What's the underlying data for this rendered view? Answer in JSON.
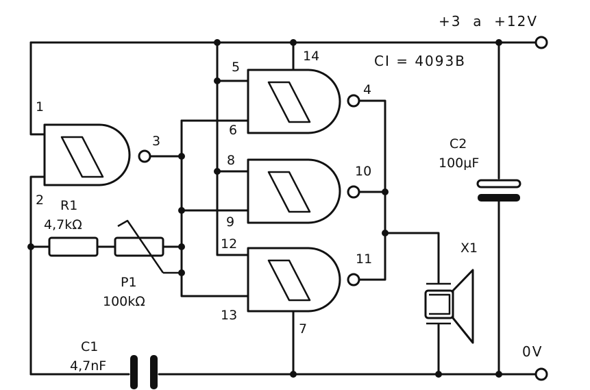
{
  "supply": {
    "positive_label": "+3  a  +12V",
    "ground_label": "0V"
  },
  "ic": {
    "label": "CI = 4093B"
  },
  "pins": {
    "p1": "1",
    "p2": "2",
    "p3": "3",
    "p4": "4",
    "p5": "5",
    "p6": "6",
    "p7": "7",
    "p8": "8",
    "p9": "9",
    "p10": "10",
    "p11": "11",
    "p12": "12",
    "p13": "13",
    "p14": "14"
  },
  "components": {
    "r1": {
      "name": "R1",
      "value": "4,7kΩ"
    },
    "p1": {
      "name": "P1",
      "value": "100kΩ"
    },
    "c1": {
      "name": "C1",
      "value": "4,7nF"
    },
    "c2": {
      "name": "C2",
      "value": "100μF"
    },
    "x1": {
      "name": "X1"
    }
  }
}
